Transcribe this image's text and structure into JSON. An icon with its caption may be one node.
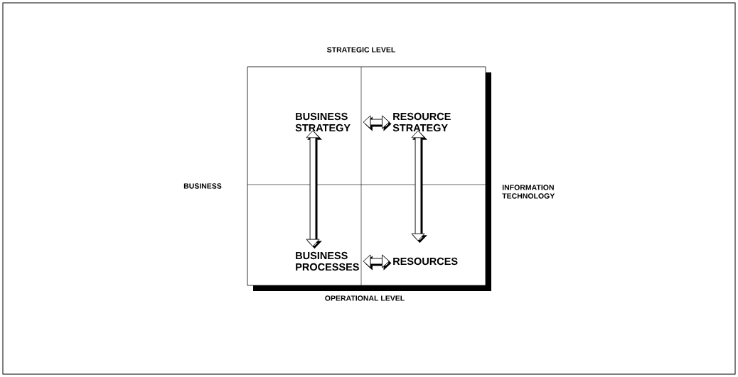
{
  "diagram": {
    "nodes": [
      {
        "text": [
          "BUSINESS STRATEGY"
        ]
      },
      {
        "text": [
          "RESOURCE STRATEGY"
        ]
      },
      {
        "text": [
          "BUSINESS PROCESSES"
        ]
      },
      {
        "text": [
          "RESOURCES"
        ]
      }
    ],
    "edges": [
      {
        "from": 0,
        "to": 1,
        "arrow": "both"
      },
      {
        "from": 0,
        "to": 2,
        "arrow": "both"
      },
      {
        "from": 1,
        "to": 3,
        "arrow": "both"
      },
      {
        "from": 2,
        "to": 3,
        "arrow": "both"
      }
    ],
    "labels": [
      "STRATEGIC LEVEL",
      "BUSINESS",
      "INFORMATION TECHNOLOGY",
      "OPERATIONAL LEVEL"
    ]
  }
}
